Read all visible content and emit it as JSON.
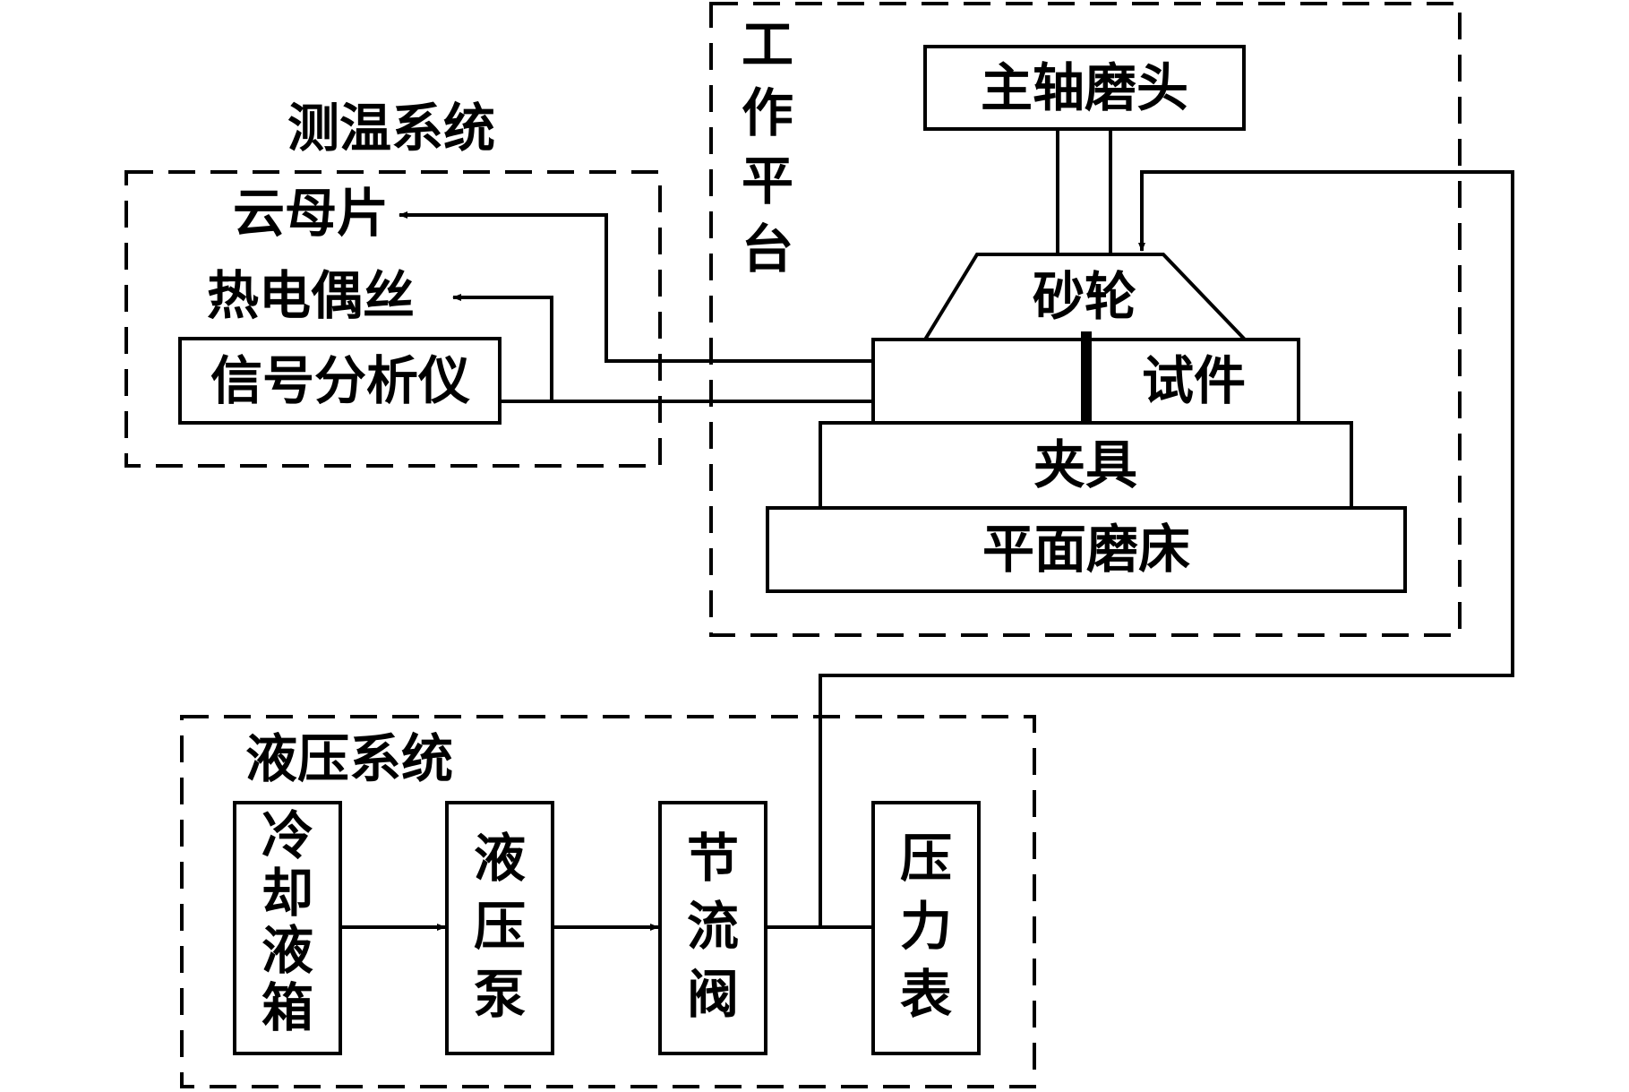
{
  "groups": {
    "temperature": "测温系统",
    "platform": [
      "工",
      "作",
      "平",
      "台"
    ],
    "hydraulic": "液压系统"
  },
  "temperature_items": {
    "mica": "云母片",
    "thermocouple": "热电偶丝",
    "analyzer": "信号分析仪"
  },
  "platform_items": {
    "spindle": "主轴磨头",
    "wheel": "砂轮",
    "specimen": "试件",
    "fixture": "夹具",
    "grinder": "平面磨床"
  },
  "hydraulic_items": {
    "coolant": [
      "冷",
      "却",
      "液",
      "箱"
    ],
    "pump": [
      "液",
      "压",
      "泵"
    ],
    "valve": [
      "节",
      "流",
      "阀"
    ],
    "gauge": [
      "压",
      "力",
      "表"
    ]
  }
}
